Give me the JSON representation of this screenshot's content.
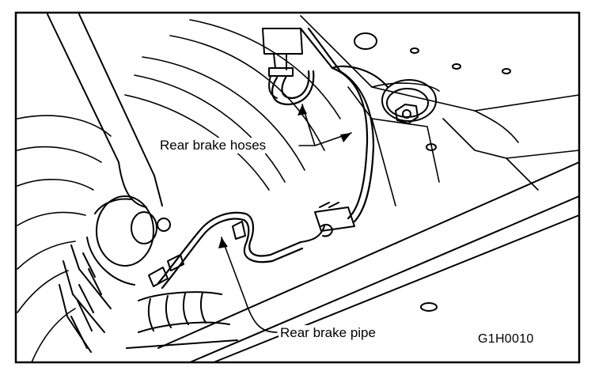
{
  "callouts": {
    "rear_brake_hoses": "Rear brake hoses",
    "rear_brake_pipe": "Rear brake pipe"
  },
  "figure_code": "G1H0010",
  "colors": {
    "ink": "#000000",
    "paper": "#ffffff"
  }
}
